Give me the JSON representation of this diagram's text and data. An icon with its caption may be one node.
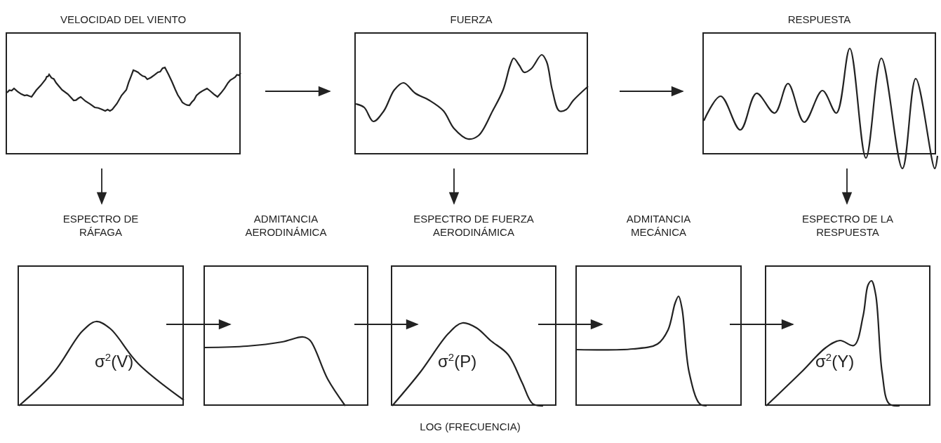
{
  "diagram": {
    "nodes": [
      {
        "text": [
          "VELOCIDAD DEL VIENTO"
        ]
      },
      {
        "text": [
          "FUERZA"
        ]
      },
      {
        "text": [
          "RESPUESTA"
        ]
      },
      {
        "text": [
          "ESPECTRO DE RÁFAGA",
          "σ$^{2}$(V)"
        ]
      },
      {
        "text": [
          "ADMITANCIA AERODINÁMICA"
        ]
      },
      {
        "text": [
          "ESPECTRO DE FUERZA AERODINÁMICA",
          "σ$^{2}$(P)"
        ]
      },
      {
        "text": [
          "ADMITANCIA MECÁNICA"
        ]
      },
      {
        "text": [
          "ESPECTRO DE LA RESPUESTA",
          "σ$^{2}$(Y)"
        ]
      }
    ],
    "edges": [
      {
        "from": 0,
        "to": 1,
        "arrow": "to"
      },
      {
        "from": 1,
        "to": 2,
        "arrow": "to"
      },
      {
        "from": 0,
        "to": 3,
        "arrow": "to"
      },
      {
        "from": 1,
        "to": 5,
        "arrow": "to"
      },
      {
        "from": 2,
        "to": 7,
        "arrow": "to"
      },
      {
        "from": 3,
        "to": 4,
        "arrow": "to"
      },
      {
        "from": 4,
        "to": 5,
        "arrow": "to"
      },
      {
        "from": 5,
        "to": 6,
        "arrow": "to"
      },
      {
        "from": 6,
        "to": 7,
        "arrow": "to"
      }
    ],
    "labels": [
      "LOG (FRECUENCIA)"
    ]
  }
}
